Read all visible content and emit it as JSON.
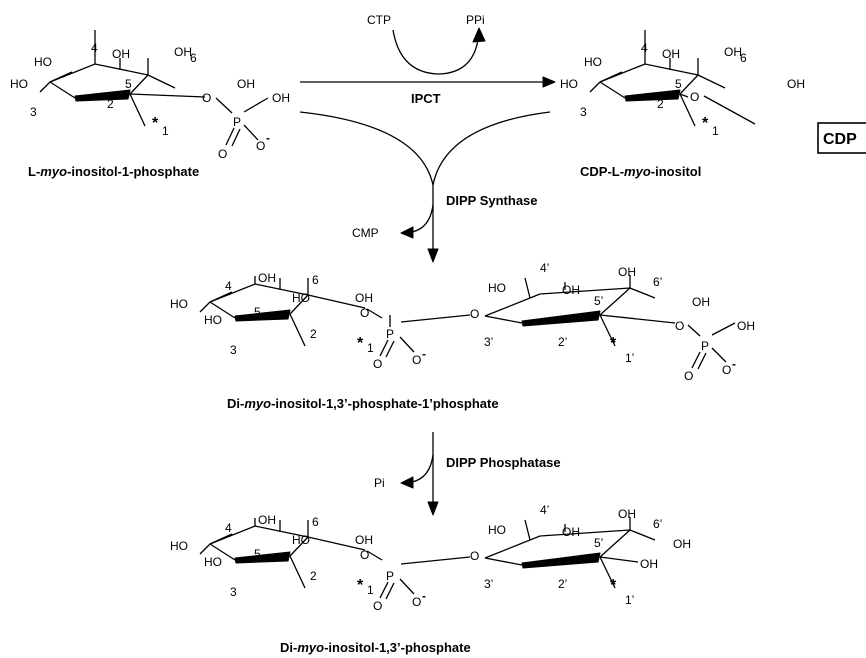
{
  "reaction_1": {
    "cosubstrate": "CTP",
    "coproduct": "PPi",
    "enzyme": "IPCT"
  },
  "reaction_2": {
    "enzyme": "DIPP Synthase",
    "byproduct": "CMP"
  },
  "reaction_3": {
    "enzyme": "DIPP Phosphatase",
    "byproduct": "Pi"
  },
  "compounds": {
    "l_mip": {
      "name_pre": "L-",
      "name_italic": "myo",
      "name_post": "-inositol-1-phosphate"
    },
    "cdp_l_mi": {
      "name_pre": "CDP-L-",
      "name_italic": "myo",
      "name_post": "-inositol",
      "cdp_label": "CDP"
    },
    "dipp": {
      "name_pre": "Di-",
      "name_italic": "myo",
      "name_post": "-inositol-1,3’-phosphate-1’phosphate"
    },
    "dip": {
      "name_pre": "Di-",
      "name_italic": "myo",
      "name_post": "-inositol-1,3’-phosphate"
    }
  },
  "atoms": {
    "hydroxyl": "HO",
    "hydroxyl_r": "OH",
    "oxygen": "O",
    "phosphorus": "P",
    "minus": "-",
    "star": "*"
  },
  "locants": {
    "c1": "1",
    "c2": "2",
    "c3": "3",
    "c4": "4",
    "c5": "5",
    "c6": "6",
    "c1p": "1’",
    "c2p": "2’",
    "c3p": "3’",
    "c4p": "4’",
    "c5p": "5’",
    "c6p": "6’"
  }
}
